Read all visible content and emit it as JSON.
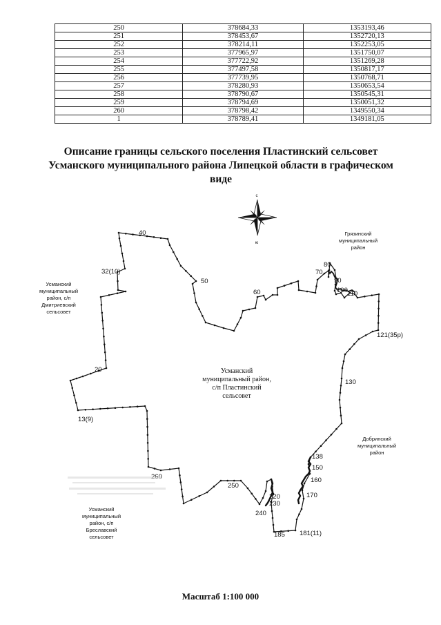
{
  "table": {
    "rows": [
      [
        "250",
        "378684,33",
        "1353193,46"
      ],
      [
        "251",
        "378453,67",
        "1352720,13"
      ],
      [
        "252",
        "378214,11",
        "1352253,05"
      ],
      [
        "253",
        "377965,97",
        "1351750,07"
      ],
      [
        "254",
        "377722,92",
        "1351269,28"
      ],
      [
        "255",
        "377497,58",
        "1350817,17"
      ],
      [
        "256",
        "377739,95",
        "1350768,71"
      ],
      [
        "257",
        "378280,93",
        "1350653,54"
      ],
      [
        "258",
        "378790,67",
        "1350545,31"
      ],
      [
        "259",
        "378794,69",
        "1350051,32"
      ],
      [
        "260",
        "378798,42",
        "1349550,34"
      ],
      [
        "1",
        "378789,41",
        "1349181,05"
      ]
    ]
  },
  "title": {
    "line1": "Описание границы сельского поселения Пластинский сельсовет",
    "line2": "Усманского муниципального района Липецкой области в графическом",
    "line3": "виде"
  },
  "compass": {
    "north": "с",
    "south": "ю"
  },
  "map": {
    "point_labels": [
      "40",
      "32(10)",
      "50",
      "60",
      "70",
      "80",
      "90",
      "100",
      "110",
      "121(35р)",
      "20",
      "13(9)",
      "130",
      "138",
      "150",
      "160",
      "170",
      "181(11)",
      "185",
      "220",
      "230",
      "240",
      "250",
      "260"
    ],
    "regions": {
      "dmitrievsky": [
        "Усманский",
        "муниципальный",
        "район, с/п",
        "Дмитриевский",
        "сельсовет"
      ],
      "gryazinsky": [
        "Грязинский",
        "муниципальный",
        "район"
      ],
      "dobrinsky": [
        "Добринский",
        "муниципальный",
        "район"
      ],
      "breslavsky": [
        "Усманский",
        "муниципальный",
        "район, с/п",
        "Бреславский",
        "сельсовет"
      ],
      "plastinsky": [
        "Усманский",
        "муниципальный район,",
        "с/п Пластинский",
        "сельсовет"
      ]
    }
  },
  "scale": {
    "label": "Масштаб 1:100 000"
  }
}
